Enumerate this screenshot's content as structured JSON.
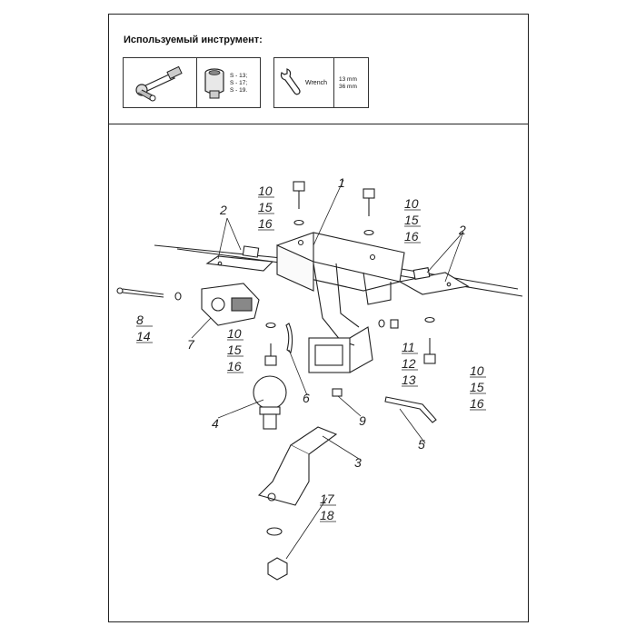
{
  "header": {
    "title": "Используемый инструмент:",
    "tools": [
      {
        "icon": "ratchet-handle-icon"
      },
      {
        "icon": "socket-icon",
        "sizes": [
          "S - 13;",
          "S - 17;",
          "S - 19."
        ]
      },
      {
        "icon": "wrench-icon",
        "name": "Wrench"
      },
      {
        "sizes": [
          "13 mm",
          "36 mm"
        ]
      }
    ]
  },
  "callouts": {
    "c1": "1",
    "c2a": "2",
    "c2b": "2",
    "c3": "3",
    "c4": "4",
    "c5": "5",
    "c6": "6",
    "c7": "7",
    "c8": "8",
    "c14": "14",
    "c9": "9",
    "bolt_top_left": [
      "10",
      "15",
      "16"
    ],
    "bolt_top_right": [
      "10",
      "15",
      "16"
    ],
    "bolt_mid_left": [
      "10",
      "15",
      "16"
    ],
    "bolt_mid_right": [
      "10",
      "15",
      "16"
    ],
    "nut_group": [
      "11",
      "12",
      "13"
    ],
    "c17": "17",
    "c18": "18"
  }
}
